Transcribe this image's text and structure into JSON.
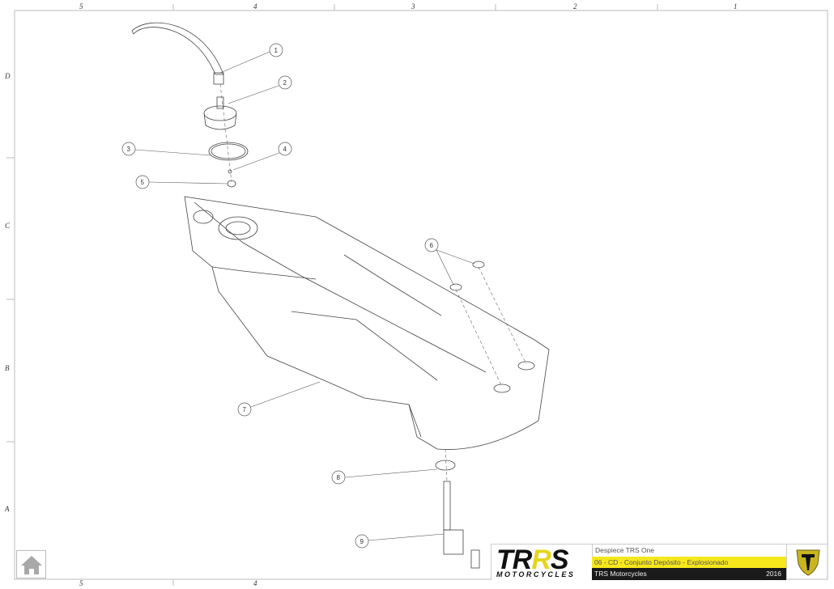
{
  "frame": {
    "columns": [
      "5",
      "4",
      "3",
      "2",
      "1"
    ],
    "rows": [
      "D",
      "C",
      "B",
      "A"
    ]
  },
  "balloons": [
    "1",
    "2",
    "3",
    "4",
    "5",
    "6",
    "7",
    "8",
    "9"
  ],
  "title_block": {
    "logo_text": "TRRS",
    "logo_subtext": "MOTORCYCLES",
    "line1": "Despiece TRS One",
    "line2": "06 - CD - Conjunto Depósito - Explosionado",
    "company": "TRS Motorcycles",
    "year": "2016",
    "accent": "#f5e71c"
  }
}
